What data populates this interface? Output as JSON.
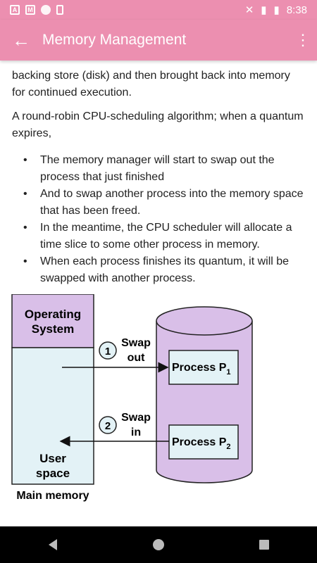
{
  "status": {
    "time": "8:38",
    "icons": [
      "a-icon",
      "gmail-icon",
      "circle-icon",
      "sd-card-icon",
      "wifi-off-icon",
      "signal-icon",
      "battery-icon"
    ]
  },
  "appbar": {
    "title": "Memory Management",
    "back_icon": "arrow-back-icon",
    "menu_icon": "more-vert-icon"
  },
  "content": {
    "para1": "backing store (disk) and then brought back into memory for continued execution.",
    "para2": "A round-robin CPU-scheduling algorithm; when a quantum expires,",
    "bullets": [
      "The memory manager will start to swap out the process that just finished",
      "And to swap another process into the memory space that has been freed.",
      "In the meantime, the CPU scheduler will allocate a time slice to some other process in memory.",
      "When each process finishes its quantum, it will be swapped with another process."
    ]
  },
  "diagram": {
    "os_label_1": "Operating",
    "os_label_2": "System",
    "user_label_1": "User",
    "user_label_2": "space",
    "main_memory": "Main memory",
    "step1": "1",
    "step2": "2",
    "swap_out_1": "Swap",
    "swap_out_2": "out",
    "swap_in_1": "Swap",
    "swap_in_2": "in",
    "process1": "Process P",
    "process1_sub": "1",
    "process2": "Process P",
    "process2_sub": "2",
    "colors": {
      "os": "#d9bfe8",
      "user": "#e3f2f6",
      "disk": "#d9bfe8",
      "process": "#e3f2f6"
    }
  }
}
